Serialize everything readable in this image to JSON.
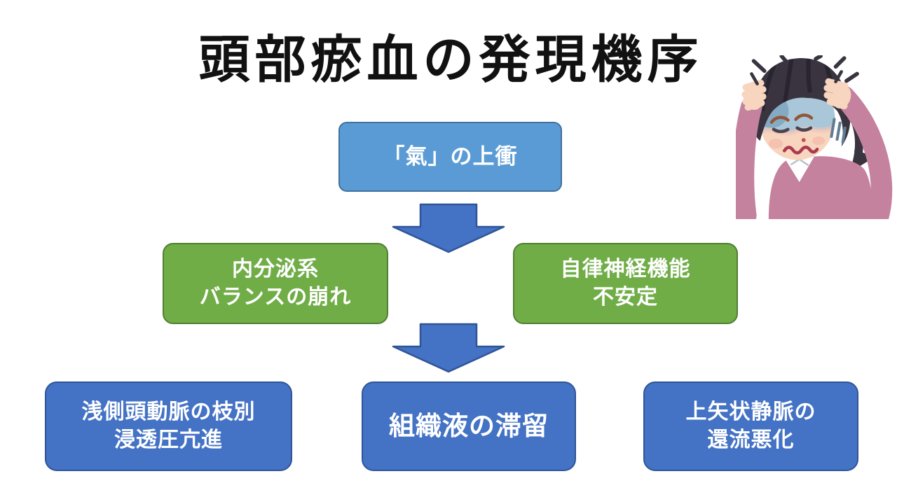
{
  "slide": {
    "title": "頭部瘀血の発現機序"
  },
  "colors": {
    "background": "#FFFFFF",
    "title_text": "#111111",
    "box_text": "#FFFFFF",
    "top_box_fill": "#5B9BD5",
    "top_box_border": "#41719C",
    "green_box_fill": "#70AD47",
    "green_box_border": "#507E32",
    "blue_box_fill": "#4472C4",
    "blue_box_border": "#2F5597",
    "arrow_fill": "#4472C4",
    "arrow_border": "#2F5597"
  },
  "flow": {
    "top_box": {
      "label": "「氣」の上衝"
    },
    "middle_boxes": [
      {
        "label": "内分泌系\nバランスの崩れ"
      },
      {
        "label": "自律神経機能\n不安定"
      }
    ],
    "bottom_boxes": [
      {
        "label": "浅側頭動脈の枝別\n浸透圧亢進"
      },
      {
        "label": "組織液の滞留"
      },
      {
        "label": "上矢状静脈の\n還流悪化"
      }
    ],
    "arrows": [
      {
        "icon": "down-block-arrow"
      },
      {
        "icon": "down-block-arrow"
      }
    ]
  },
  "illustration": {
    "icon": "headache-woman"
  }
}
